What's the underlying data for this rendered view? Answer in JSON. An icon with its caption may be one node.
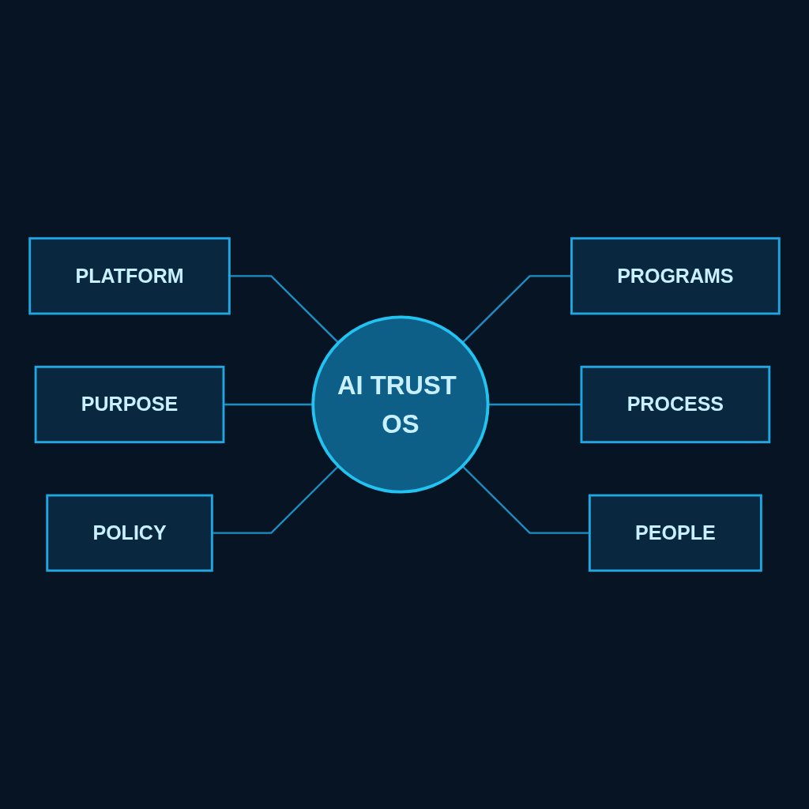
{
  "diagram": {
    "nodes": [
      {
        "text": [
          "PLATFORM"
        ]
      },
      {
        "text": [
          "PROGRAMS"
        ]
      },
      {
        "text": [
          "PURPOSE"
        ]
      },
      {
        "text": [
          "AI TRUST OS"
        ]
      },
      {
        "text": [
          "PROCESS"
        ]
      },
      {
        "text": [
          "POLICY"
        ]
      },
      {
        "text": [
          "PEOPLE"
        ]
      }
    ],
    "edges": [
      {
        "from": 0,
        "to": 3,
        "arrow": "none"
      },
      {
        "from": 3,
        "to": 1,
        "arrow": "none"
      },
      {
        "from": 2,
        "to": 3,
        "arrow": "none"
      },
      {
        "from": 3,
        "to": 4,
        "arrow": "none"
      },
      {
        "from": 5,
        "to": 3,
        "arrow": "none"
      },
      {
        "from": 3,
        "to": 6,
        "arrow": "none"
      }
    ]
  }
}
